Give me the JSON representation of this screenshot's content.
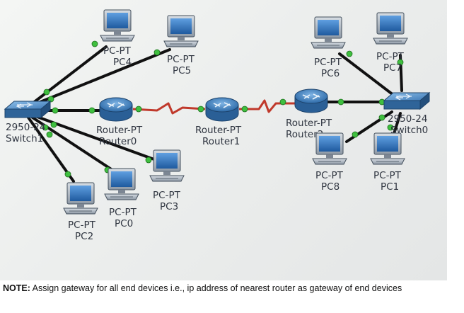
{
  "devices": {
    "pc4": {
      "type": "PC-PT",
      "name": "PC4"
    },
    "pc5": {
      "type": "PC-PT",
      "name": "PC5"
    },
    "pc6": {
      "type": "PC-PT",
      "name": "PC6"
    },
    "pc7": {
      "type": "PC-PT",
      "name": "PC7"
    },
    "pc8": {
      "type": "PC-PT",
      "name": "PC8"
    },
    "pc1": {
      "type": "PC-PT",
      "name": "PC1"
    },
    "pc2": {
      "type": "PC-PT",
      "name": "PC2"
    },
    "pc0": {
      "type": "PC-PT",
      "name": "PC0"
    },
    "pc3": {
      "type": "PC-PT",
      "name": "PC3"
    },
    "router0": {
      "type": "Router-PT",
      "name": "Router0"
    },
    "router1": {
      "type": "Router-PT",
      "name": "Router1"
    },
    "router2": {
      "type": "Router-PT",
      "name": "Router2"
    },
    "switch1": {
      "type": "2950-24",
      "name": "Switch1"
    },
    "switch0": {
      "type": "2950-24",
      "name": "Switch0"
    }
  },
  "note": {
    "label": "NOTE:",
    "text": " Assign gateway for all end devices i.e., ip address of nearest router as gateway of end devices"
  },
  "colors": {
    "ethernet_link": "#111111",
    "serial_link": "#c0392b",
    "port_light": "#3fbf3f",
    "device_blue": "#2f6fb0"
  }
}
